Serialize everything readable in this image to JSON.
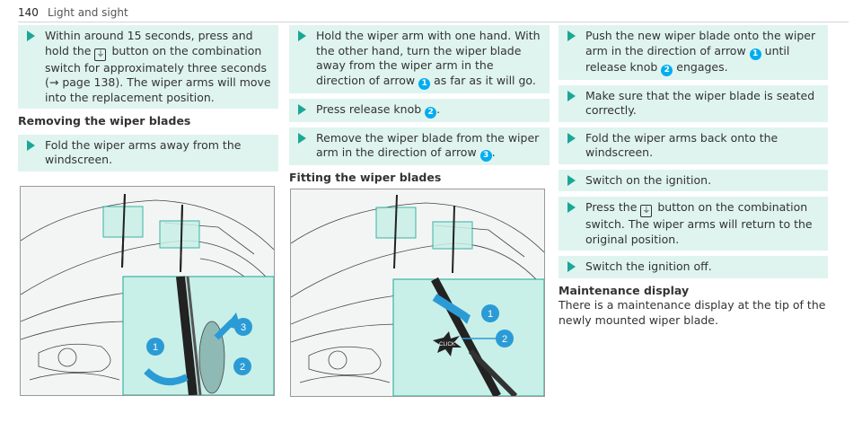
{
  "header": {
    "page_number": "140",
    "section": "Light and sight"
  },
  "col1": {
    "step1": {
      "prefix": "Within around 15 seconds, press and hold the",
      "suffix": "button on the combination switch for approximately three seconds (→ page 138). The wiper arms will move into the replacement position."
    },
    "heading": "Removing the wiper blades",
    "step2": "Fold the wiper arms away from the windscreen."
  },
  "col2": {
    "step1": {
      "prefix": "Hold the wiper arm with one hand. With the other hand, turn the wiper blade away from the wiper arm in the direction of arrow",
      "marker": "1",
      "suffix": "as far as it will go."
    },
    "step2": {
      "prefix": "Press release knob",
      "marker": "2",
      "suffix": "."
    },
    "step3": {
      "prefix": "Remove the wiper blade from the wiper arm in the direction of arrow",
      "marker": "3",
      "suffix": "."
    },
    "heading": "Fitting the wiper blades"
  },
  "col3": {
    "step1": {
      "prefix": "Push the new wiper blade onto the wiper arm in the direction of arrow",
      "marker1": "1",
      "middle": "until release knob",
      "marker2": "2",
      "suffix": "engages."
    },
    "step2": "Make sure that the wiper blade is seated correctly.",
    "step3": "Fold the wiper arms back onto the windscreen.",
    "step4": "Switch on the ignition.",
    "step5": {
      "prefix": "Press the",
      "suffix": "button on the combination switch. The wiper arms will return to the original position."
    },
    "step6": "Switch the ignition off.",
    "heading": "Maintenance display",
    "body": "There is a maintenance display at the tip of the newly mounted wiper blade."
  },
  "figure1": {
    "callouts": [
      "1",
      "2",
      "3"
    ]
  },
  "figure2": {
    "callouts": [
      "1",
      "2"
    ],
    "click_label": "CLICK"
  },
  "colors": {
    "accent": "#1aa796",
    "step_bg": "#dff4ef",
    "callout": "#00adef",
    "highlight": "#c8f0e8"
  },
  "icons": {
    "bullet": "triangle-right-icon",
    "wiper_button": "wiper-button-icon"
  }
}
